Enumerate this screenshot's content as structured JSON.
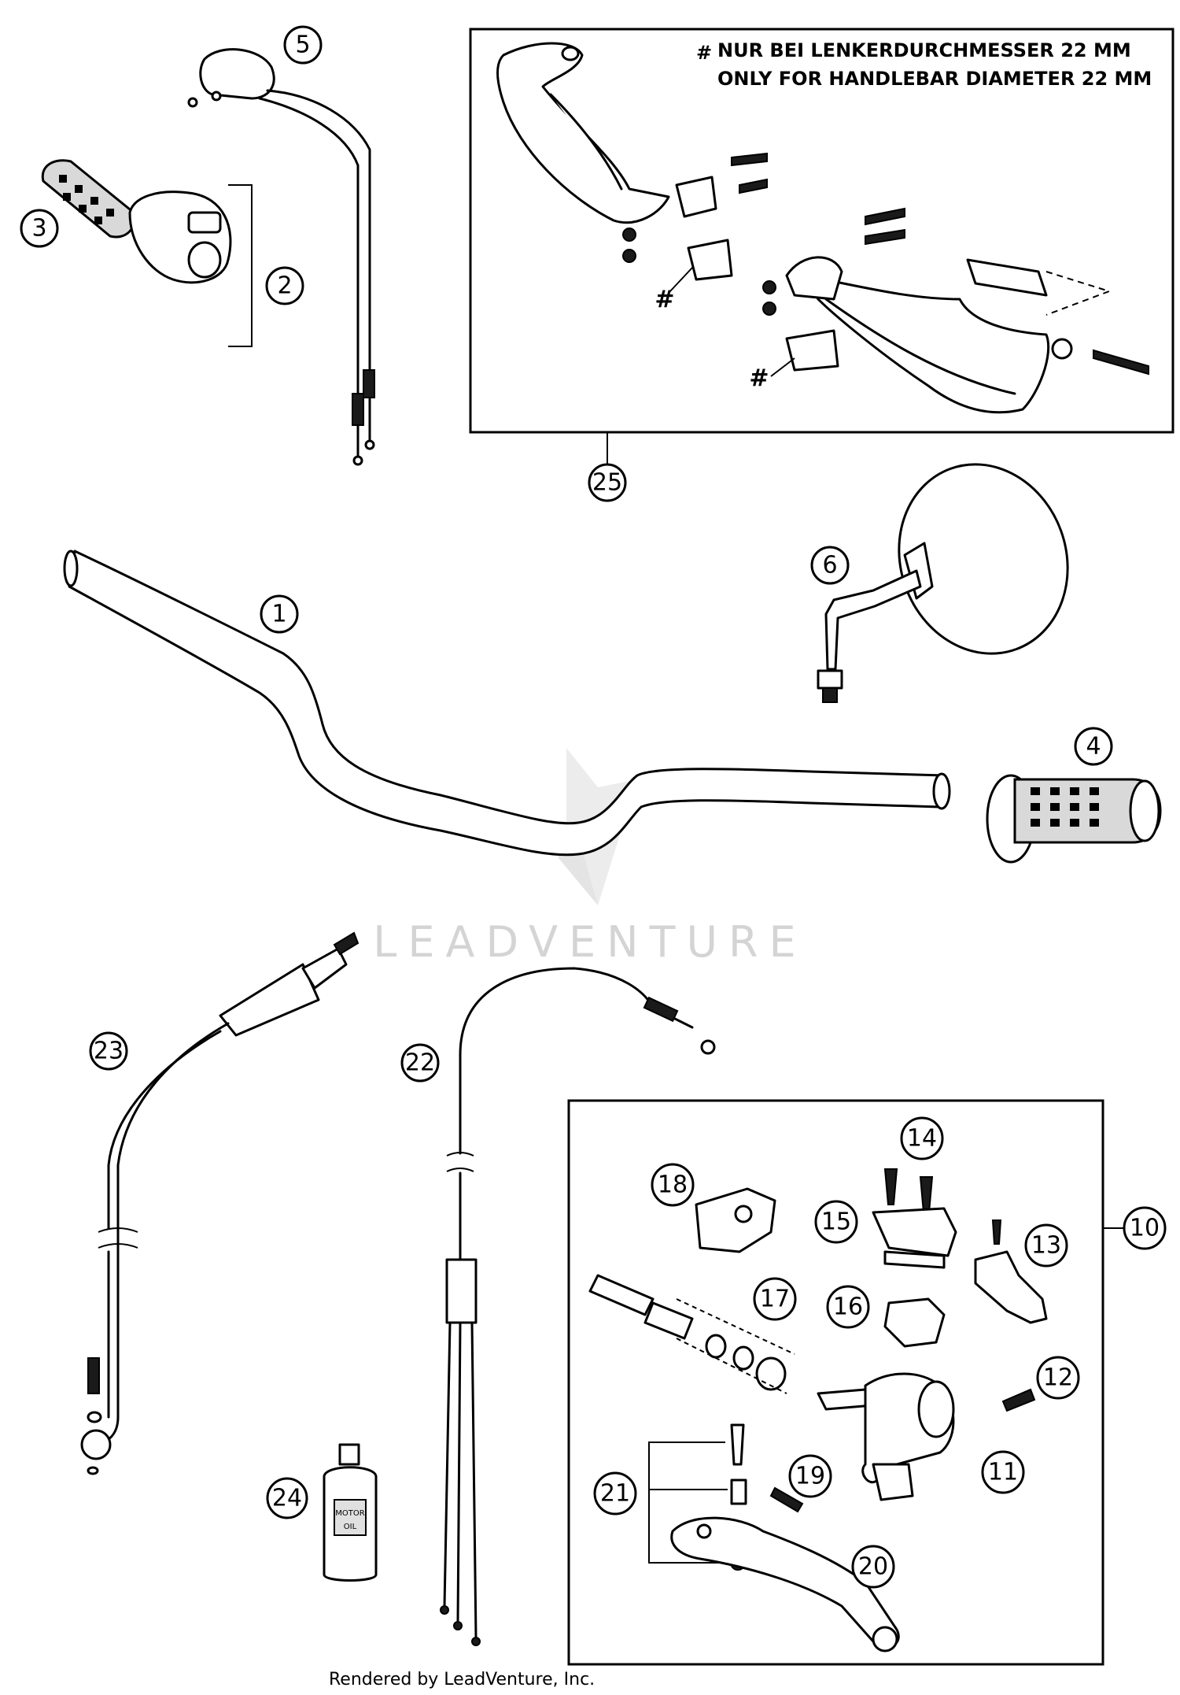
{
  "note": {
    "symbol": "#",
    "line1": "NUR BEI LENKERDURCHMESSER 22 MM",
    "line2": "ONLY FOR HANDLEBAR DIAMETER 22 MM"
  },
  "hash_markers": [
    "#",
    "#"
  ],
  "callouts": [
    "1",
    "2",
    "3",
    "4",
    "5",
    "6",
    "10",
    "11",
    "12",
    "13",
    "14",
    "15",
    "16",
    "17",
    "18",
    "19",
    "20",
    "21",
    "22",
    "23",
    "24",
    "25"
  ],
  "bottle_label": [
    "MOTOR",
    "OIL"
  ],
  "watermark": "LEADVENTURE",
  "footer": "Rendered by LeadVenture, Inc."
}
